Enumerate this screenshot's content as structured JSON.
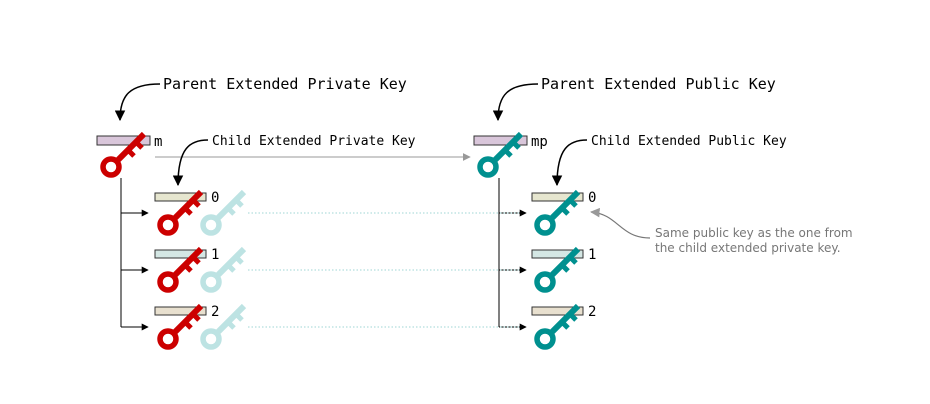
{
  "labels": {
    "parent_private": "Parent Extended Private Key",
    "parent_public": "Parent Extended Public Key",
    "child_private": "Child Extended Private Key",
    "child_public": "Child Extended Public Key",
    "parent_private_name": "m",
    "parent_public_name": "mp"
  },
  "children": [
    {
      "index": "0",
      "bar_color": "#e6e6cf"
    },
    {
      "index": "1",
      "bar_color": "#d4e7e4"
    },
    {
      "index": "2",
      "bar_color": "#e8e0cf"
    }
  ],
  "annotation": {
    "line1": "Same public key as the one from",
    "line2": "the child extended private key."
  },
  "colors": {
    "private_key": "#cc0000",
    "public_key": "#00908f",
    "public_key_faded": "#bde3e3",
    "parent_bar": "#d9c6da",
    "arrow": "#000000",
    "grey_arrow": "#999999",
    "annotation_text": "#777777"
  },
  "icons": {
    "private_key": "key-icon",
    "public_key": "key-icon"
  }
}
